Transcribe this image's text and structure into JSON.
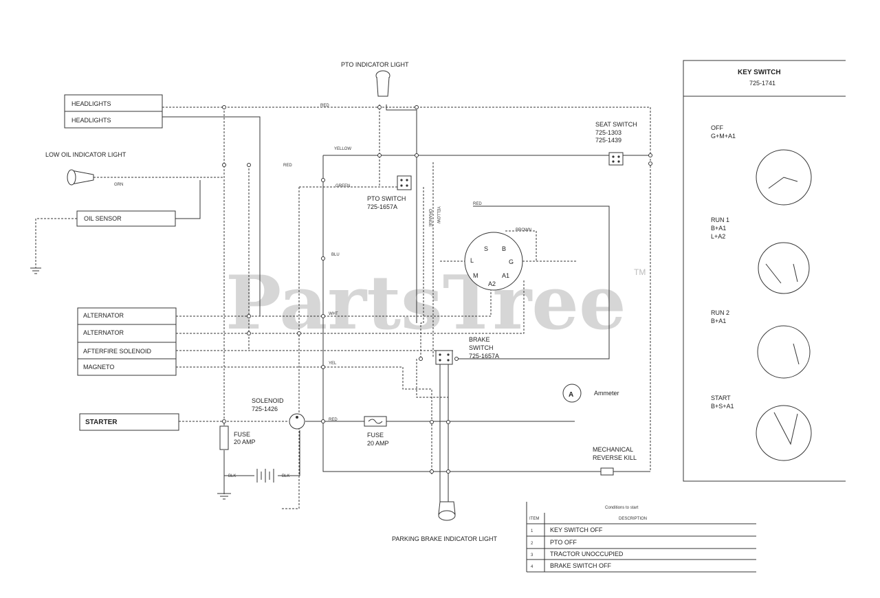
{
  "components": {
    "pto_indicator_light": "PTO INDICATOR LIGHT",
    "headlights_1": "HEADLIGHTS",
    "headlights_2": "HEADLIGHTS",
    "low_oil_indicator_light": "LOW OIL INDICATOR LIGHT",
    "oil_sensor": "OIL SENSOR",
    "alternator_1": "ALTERNATOR",
    "alternator_2": "ALTERNATOR",
    "afterfire_solenoid": "AFTERFIRE SOLENOID",
    "magneto": "MAGNETO",
    "starter": "STARTER",
    "solenoid": "SOLENOID",
    "solenoid_part": "725-1426",
    "fuse_left": "FUSE",
    "fuse_left_rating": "20 AMP",
    "fuse_mid": "FUSE",
    "fuse_mid_rating": "20 AMP",
    "pto_switch": "PTO SWITCH",
    "pto_switch_part": "725-1657A",
    "seat_switch": "SEAT SWITCH",
    "seat_switch_part_1": "725-1303",
    "seat_switch_part_2": "725-1439",
    "brake_switch_1": "BRAKE",
    "brake_switch_2": "SWITCH",
    "brake_switch_part": "725-1657A",
    "ammeter": "Ammeter",
    "ammeter_symbol": "A",
    "mechanical_reverse_1": "MECHANICAL",
    "mechanical_reverse_2": "REVERSE KILL",
    "parking_brake_indicator_light": "PARKING BRAKE INDICATOR LIGHT"
  },
  "wire_labels": {
    "red_top": "RED",
    "yellow": "YELLOW",
    "red": "RED",
    "green": "GREEN",
    "grn_oil": "GRN",
    "blu": "BLU",
    "orange_vert": "ORANGE",
    "yellow_vert": "YELLOW",
    "red_mid": "RED",
    "brown": "BROWN",
    "wht": "WHT",
    "yel": "YEL",
    "red_starter": "RED",
    "blk": "BLK",
    "blk2": "BLK"
  },
  "ignition_terminals": [
    "S",
    "B",
    "L",
    "G",
    "M",
    "A2",
    "A1"
  ],
  "key_switch_panel": {
    "title": "KEY SWITCH",
    "part": "725-1741",
    "positions": [
      {
        "name": "OFF",
        "circuit": "G+M+A1"
      },
      {
        "name": "RUN 1",
        "circuit": "B+A1",
        "circuit2": "L+A2"
      },
      {
        "name": "RUN 2",
        "circuit": "B+A1"
      },
      {
        "name": "START",
        "circuit": "B+S+A1"
      }
    ]
  },
  "conditions_table": {
    "caption": "Conditions to start",
    "headers": [
      "ITEM",
      "DESCRIPTION"
    ],
    "rows": [
      [
        "1",
        "KEY SWITCH OFF"
      ],
      [
        "2",
        "PTO OFF"
      ],
      [
        "3",
        "TRACTOR UNOCCUPIED"
      ],
      [
        "4",
        "BRAKE SWITCH OFF"
      ]
    ]
  },
  "watermark": "PartsTree",
  "watermark_tm": "TM"
}
